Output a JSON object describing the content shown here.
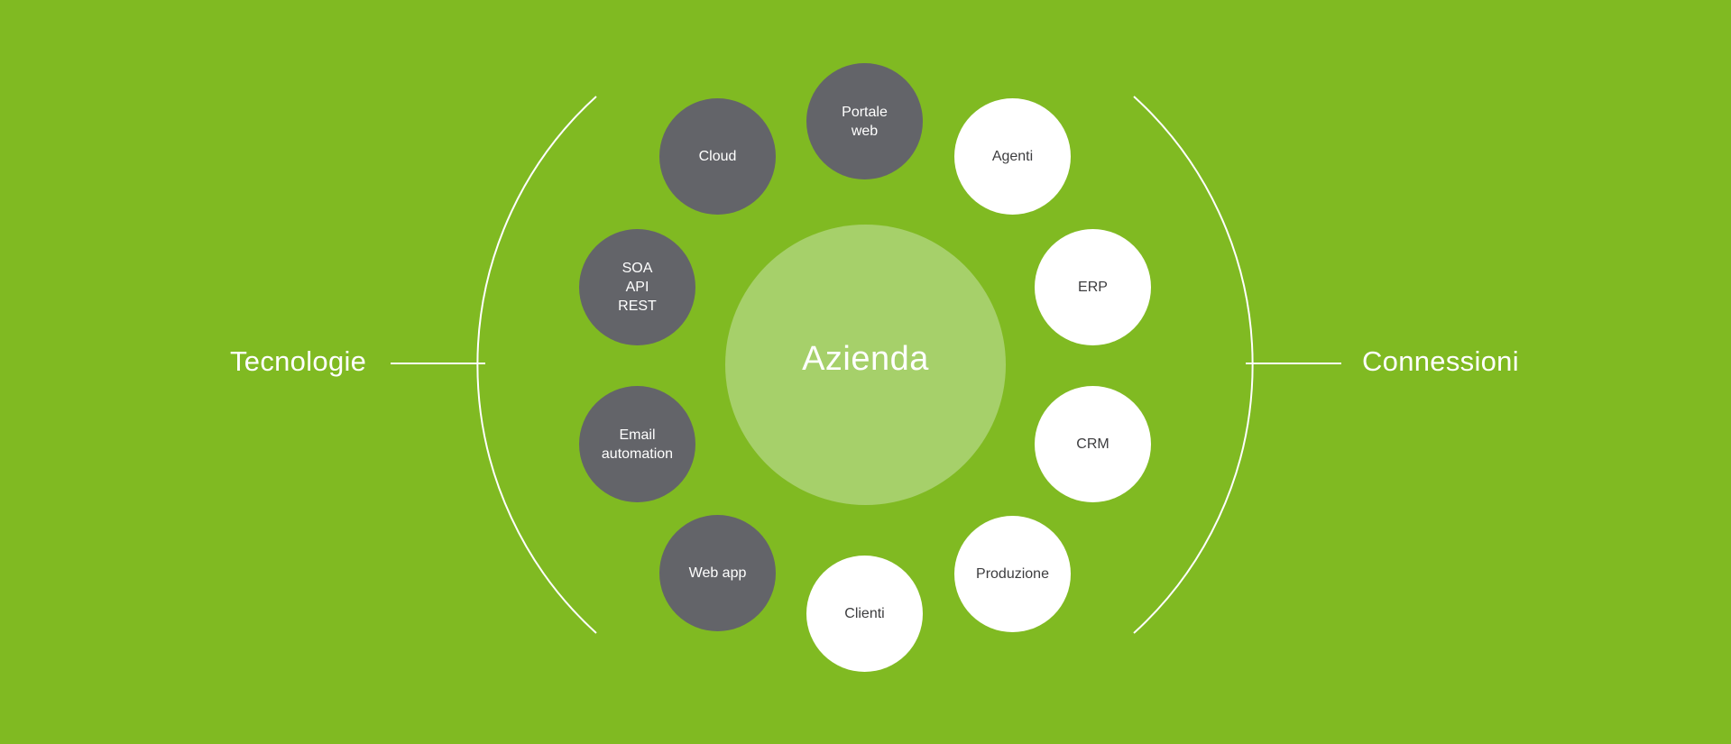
{
  "diagram": {
    "center_label": "Azienda",
    "left_label": "Tecnologie",
    "right_label": "Connessioni",
    "technologies": [
      {
        "id": "cloud",
        "label": "Cloud"
      },
      {
        "id": "portale",
        "label": "Portale\nweb"
      },
      {
        "id": "soa",
        "label": "SOA\nAPI\nREST"
      },
      {
        "id": "email",
        "label": "Email\nautomation"
      },
      {
        "id": "webapp",
        "label": "Web app"
      }
    ],
    "connections": [
      {
        "id": "agenti",
        "label": "Agenti"
      },
      {
        "id": "erp",
        "label": "ERP"
      },
      {
        "id": "crm",
        "label": "CRM"
      },
      {
        "id": "produzione",
        "label": "Produzione"
      },
      {
        "id": "clienti",
        "label": "Clienti"
      }
    ]
  },
  "colors": {
    "background": "#80ba22",
    "center_fill": "#a6d06a",
    "technology_fill": "#636469",
    "connection_fill": "#ffffff",
    "line": "#ffffff"
  }
}
